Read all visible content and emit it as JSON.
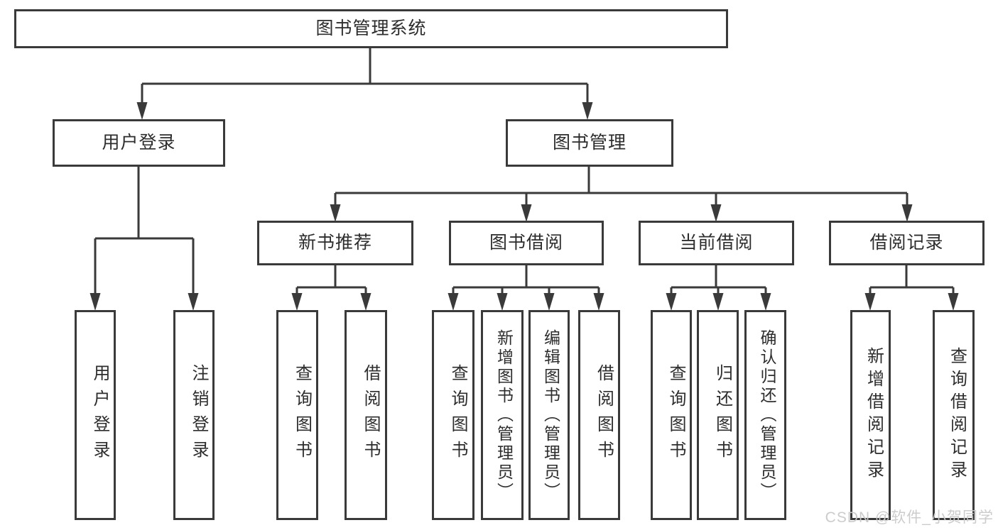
{
  "diagram": {
    "root": {
      "label": "图书管理系统"
    },
    "level2": [
      {
        "label": "用户登录"
      },
      {
        "label": "图书管理"
      }
    ],
    "level3": [
      {
        "label": "新书推荐"
      },
      {
        "label": "图书借阅"
      },
      {
        "label": "当前借阅"
      },
      {
        "label": "借阅记录"
      }
    ],
    "leaves": [
      {
        "label": "用户登录",
        "parent": "用户登录"
      },
      {
        "label": "注销登录",
        "parent": "用户登录"
      },
      {
        "label": "查询图书",
        "parent": "新书推荐"
      },
      {
        "label": "借阅图书",
        "parent": "新书推荐"
      },
      {
        "label": "查询图书",
        "parent": "图书借阅"
      },
      {
        "label": "新增图书（管理员）",
        "parent": "图书借阅"
      },
      {
        "label": "编辑图书（管理员）",
        "parent": "图书借阅"
      },
      {
        "label": "借阅图书",
        "parent": "图书借阅"
      },
      {
        "label": "查询图书",
        "parent": "当前借阅"
      },
      {
        "label": "归还图书",
        "parent": "当前借阅"
      },
      {
        "label": "确认归还（管理员）",
        "parent": "当前借阅"
      },
      {
        "label": "新增借阅记录",
        "parent": "借阅记录"
      },
      {
        "label": "查询借阅记录",
        "parent": "借阅记录"
      }
    ]
  },
  "watermark": {
    "text": "CSDN @软件_小贺同学"
  },
  "colors": {
    "line_and_border": "#3a3a3a",
    "text": "#2d2d2d",
    "watermark": "#c9c9c9"
  }
}
